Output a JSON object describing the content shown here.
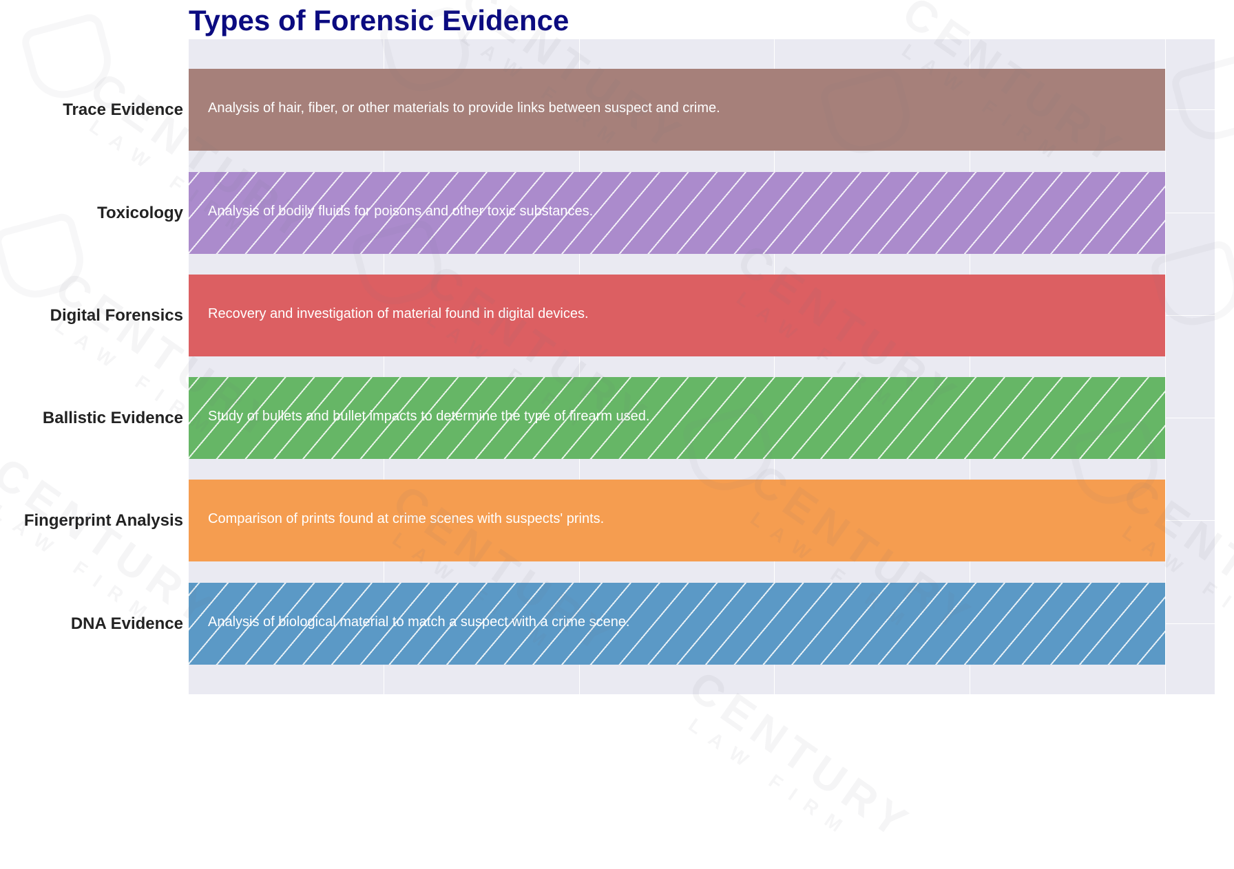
{
  "chart_data": {
    "type": "bar",
    "orientation": "horizontal",
    "title": "Types of Forensic Evidence",
    "xlabel": "",
    "ylabel": "",
    "categories": [
      "Trace Evidence",
      "Toxicology",
      "Digital Forensics",
      "Ballistic Evidence",
      "Fingerprint Analysis",
      "DNA Evidence"
    ],
    "values": [
      1,
      1,
      1,
      1,
      1,
      1
    ],
    "descriptions": [
      "Analysis of hair, fiber, or other materials to provide links between suspect and crime.",
      "Analysis of bodily fluids for poisons and other toxic substances.",
      "Recovery and investigation of material found in digital devices.",
      "Study of bullets and bullet impacts to determine the type of firearm used.",
      "Comparison of prints found at crime scenes with suspects' prints.",
      "Analysis of biological material to match a suspect with a crime scene."
    ],
    "colors": [
      "#a6807a",
      "#ab8bcc",
      "#dc5f62",
      "#66b666",
      "#f59d50",
      "#5b99c6"
    ],
    "hatched": [
      false,
      true,
      false,
      true,
      false,
      true
    ],
    "grid": true,
    "legend": null,
    "xlim": [
      0,
      1.05
    ],
    "x_ticks_visible": false
  },
  "page": {
    "title": "Types of Forensic Evidence",
    "watermark": {
      "main": "CENTURY",
      "sub": "LAW FIRM"
    }
  },
  "bars": [
    {
      "label": "Trace Evidence",
      "description": "Analysis of hair, fiber, or other materials to provide links between suspect and crime."
    },
    {
      "label": "Toxicology",
      "description": "Analysis of bodily fluids for poisons and other toxic substances."
    },
    {
      "label": "Digital Forensics",
      "description": "Recovery and investigation of material found in digital devices."
    },
    {
      "label": "Ballistic Evidence",
      "description": "Study of bullets and bullet impacts to determine the type of firearm used."
    },
    {
      "label": "Fingerprint Analysis",
      "description": "Comparison of prints found at crime scenes with suspects' prints."
    },
    {
      "label": "DNA Evidence",
      "description": "Analysis of biological material to match a suspect with a crime scene."
    }
  ]
}
